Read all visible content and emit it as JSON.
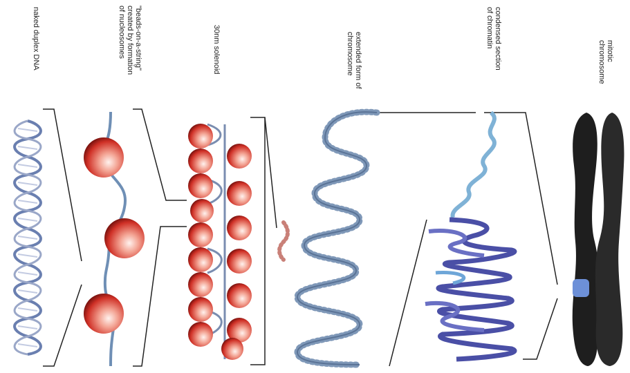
{
  "labels": {
    "naked_dna": "naked duplex DNA",
    "beads": "\"beads-on-a-string\"\ncreated by formation\nof nucleosomes",
    "solenoid": "30nm solenoid",
    "extended": "extended form of\nchromosome",
    "condensed": "condensed section\nof chromatin",
    "mitotic": "mitotic\nchromosome"
  },
  "colors": {
    "dna_strand": "#6a7fb0",
    "dna_rung": "#b9c3de",
    "nucleosome": "#d23a30",
    "nucleosome_highlight": "#ffe6e0",
    "linker": "#6f8fb5",
    "bead_chain": "#7f98b8",
    "condensed_light": "#7fb2d6",
    "condensed_dark": "#4a4fa6",
    "chromosome": "#1e1e1e",
    "highlight_band": "#6d90d8",
    "bracket": "#222222"
  }
}
